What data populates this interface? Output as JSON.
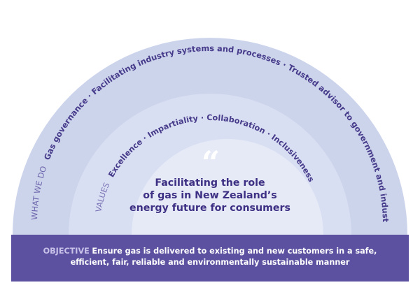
{
  "what_we_do": {
    "label": "WHAT WE DO",
    "items": "Gas governance · Facilitating industry systems and processes · Trusted advisor to government and industry"
  },
  "values": {
    "label": "VALUES",
    "items": "Excellence · Impartiality · Collaboration · Inclusiveness"
  },
  "centre": {
    "quote_mark": "“",
    "line1": "Facilitating the role",
    "line2": "of gas in New Zealand’s",
    "line3": "energy future for consumers"
  },
  "objective": {
    "label": "OBJECTIVE",
    "line1": "Ensure gas is delivered to existing and new customers in a safe,",
    "line2": "efficient, fair, reliable and environmentally sustainable manner"
  },
  "colors": {
    "outer_ring": "#ccd4ec",
    "middle_ring": "#d9dff2",
    "inner_dome": "#e6eaf7",
    "objective_band": "#5b51a0",
    "text_primary": "#3d2f83"
  }
}
